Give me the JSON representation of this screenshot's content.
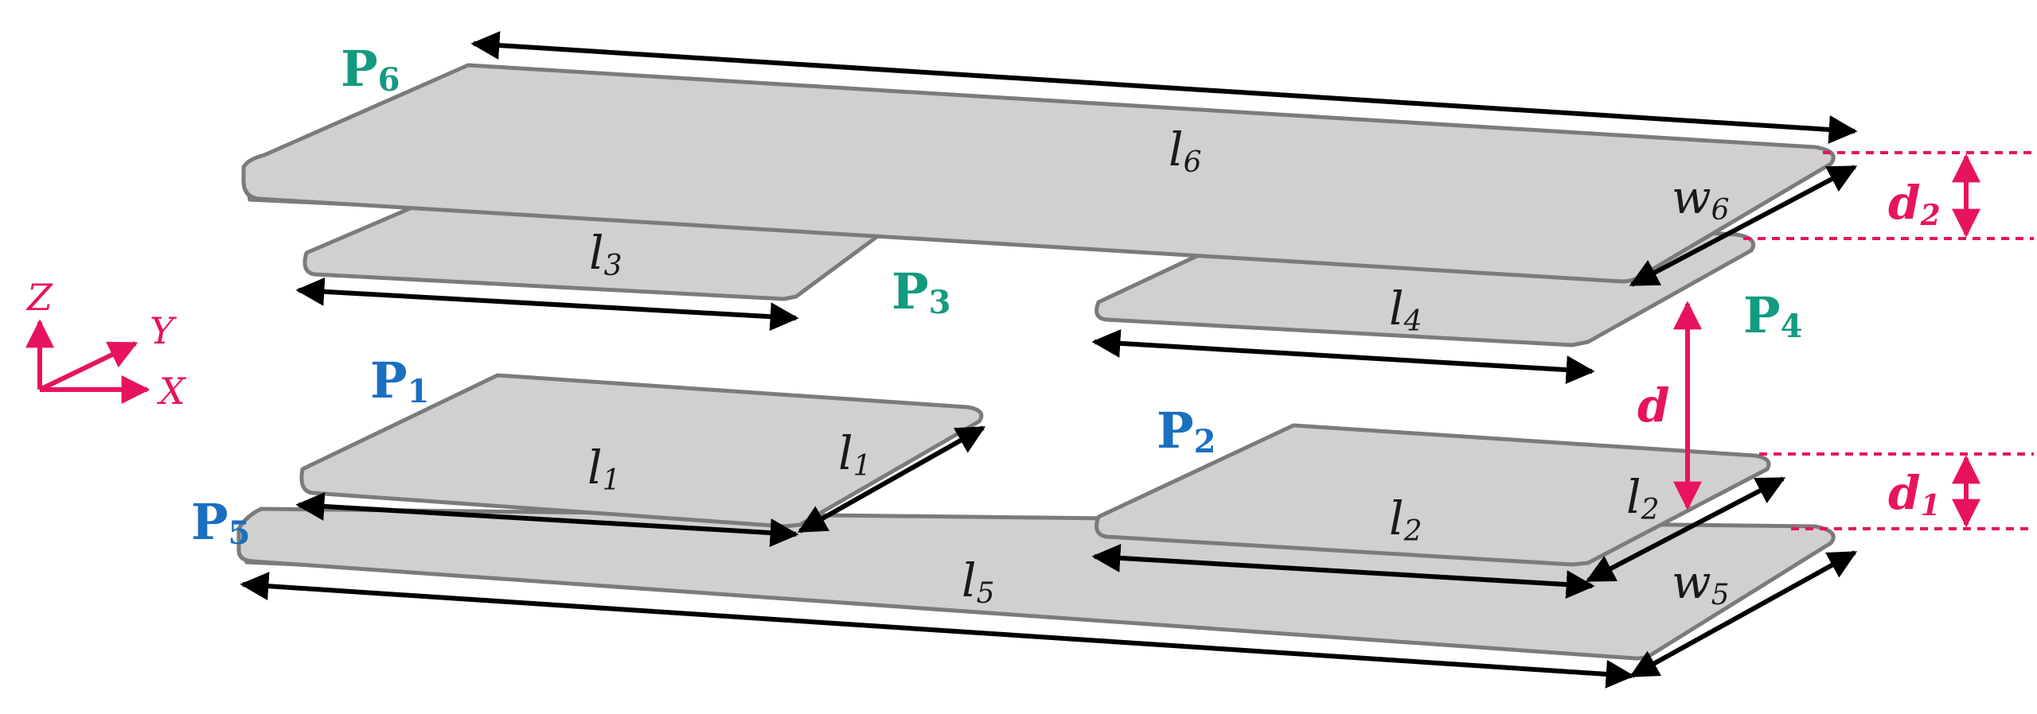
{
  "colors": {
    "plate_fill": "#d1d0ce",
    "plate_edge": "#7c7b7a",
    "dimension": "#000000",
    "highlight": "#e8135f",
    "port_teal": "#139b80",
    "port_blue": "#1a6fbf"
  },
  "axes": {
    "z": "Z",
    "y": "Y",
    "x": "X"
  },
  "ports": {
    "p1": {
      "base": "P",
      "sub": "1"
    },
    "p2": {
      "base": "P",
      "sub": "2"
    },
    "p3": {
      "base": "P",
      "sub": "3"
    },
    "p4": {
      "base": "P",
      "sub": "4"
    },
    "p5": {
      "base": "P",
      "sub": "5"
    },
    "p6": {
      "base": "P",
      "sub": "6"
    }
  },
  "dims": {
    "l1": {
      "base": "l",
      "sub": "1"
    },
    "l2": {
      "base": "l",
      "sub": "2"
    },
    "l3": {
      "base": "l",
      "sub": "3"
    },
    "l4": {
      "base": "l",
      "sub": "4"
    },
    "l5": {
      "base": "l",
      "sub": "5"
    },
    "l6": {
      "base": "l",
      "sub": "6"
    },
    "w5": {
      "base": "w",
      "sub": "5"
    },
    "w6": {
      "base": "w",
      "sub": "6"
    },
    "d": {
      "base": "d"
    },
    "d1": {
      "base": "d",
      "sub": "1"
    },
    "d2": {
      "base": "d",
      "sub": "2"
    }
  }
}
